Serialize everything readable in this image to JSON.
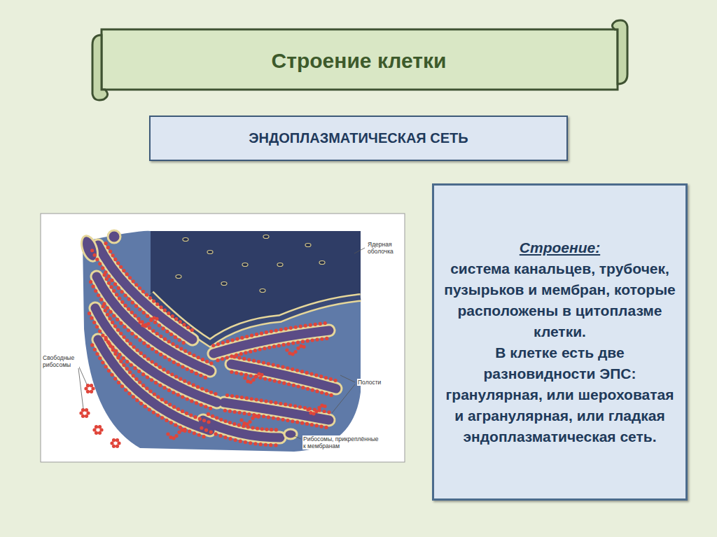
{
  "diagram": {
    "title": "Строение клетки",
    "nodes": [
      {
        "text": [
          "ЭНДОПЛАЗМАТИЧЕСКАЯ СЕТЬ"
        ]
      },
      {
        "text": [
          "Строение:",
          "система канальцев, трубочек, пузырьков и мембран, которые расположены в цитоплазме клетки.",
          "В клетке есть две разновидности ЭПС: гранулярная, или шероховатая и агранулярная, или гладкая эндоплазматическая сеть."
        ]
      }
    ],
    "labels": [
      "Ядерная оболочка",
      "Свободные рибосомы",
      "Полости",
      "Рибосомы, прикреплённые к мембранам"
    ]
  }
}
